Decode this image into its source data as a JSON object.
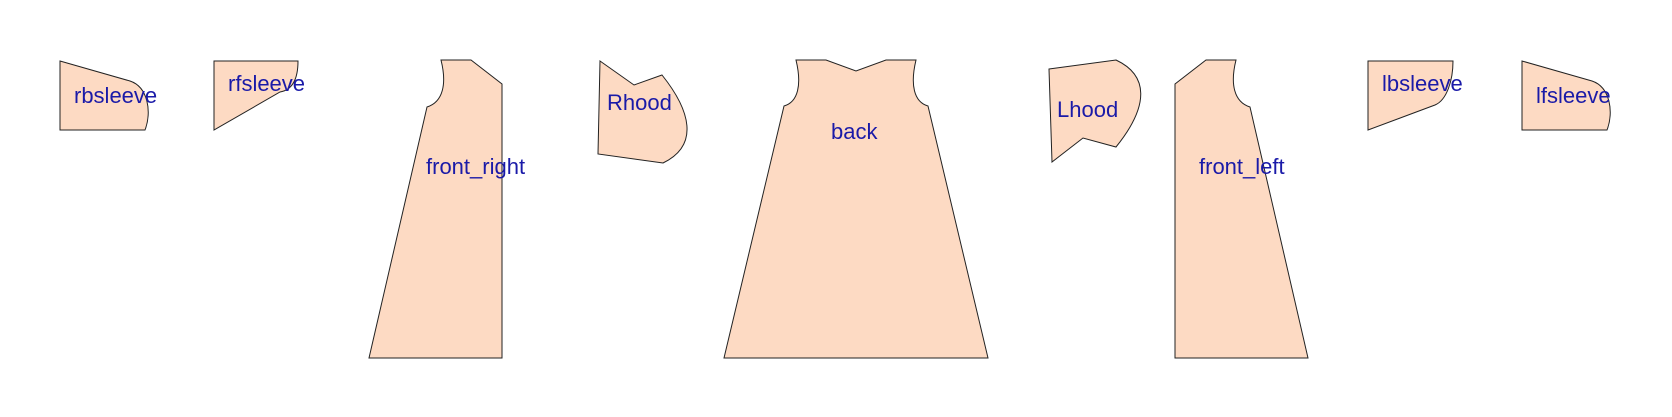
{
  "colors": {
    "piece_fill": "#FDDAC3",
    "piece_stroke": "#222222",
    "label": "#1A1AA8",
    "background": "#FFFFFF"
  },
  "pieces": [
    {
      "id": "rbsleeve",
      "label": "rbsleeve"
    },
    {
      "id": "rfsleeve",
      "label": "rfsleeve"
    },
    {
      "id": "front_right",
      "label": "front_right"
    },
    {
      "id": "rhood",
      "label": "Rhood"
    },
    {
      "id": "back",
      "label": "back"
    },
    {
      "id": "lhood",
      "label": "Lhood"
    },
    {
      "id": "front_left",
      "label": "front_left"
    },
    {
      "id": "lbsleeve",
      "label": "lbsleeve"
    },
    {
      "id": "lfsleeve",
      "label": "lfsleeve"
    }
  ]
}
